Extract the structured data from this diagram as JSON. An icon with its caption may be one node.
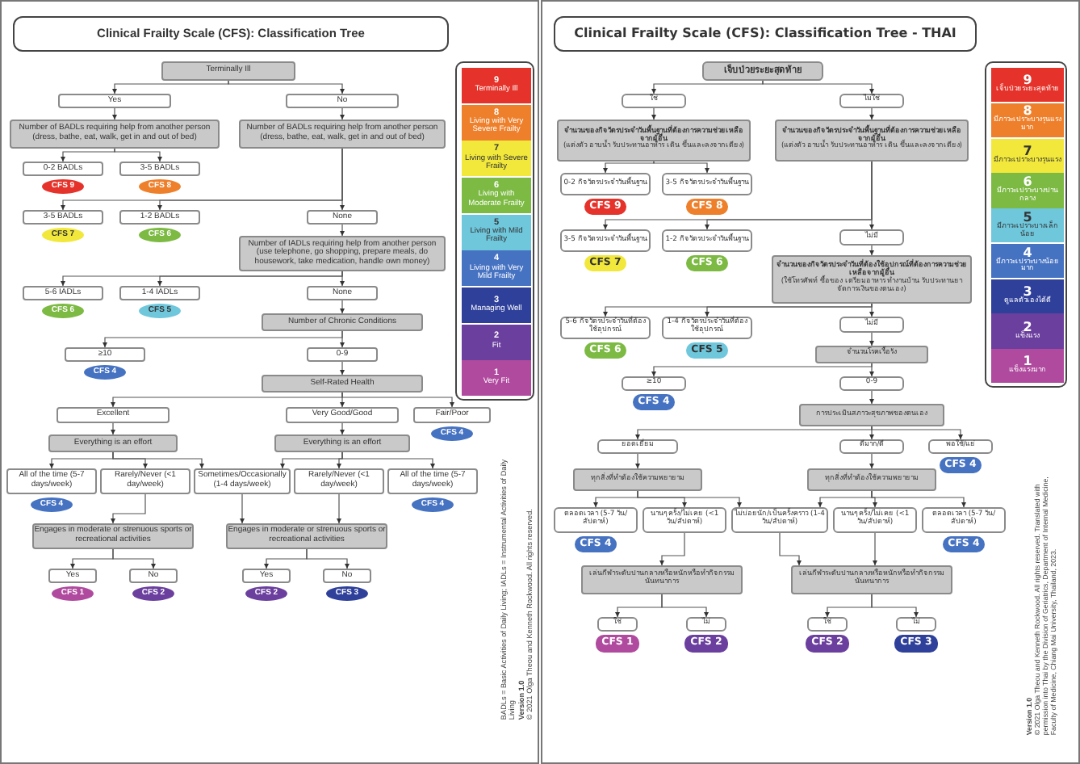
{
  "diagram": {
    "nodes": [
      {
        "text": [
          "Clinical Frailty Scale (CFS): Classification Tree"
        ]
      },
      {
        "text": [],
        "shape": "box"
      },
      {
        "text": [
          "9",
          "Terminally Ill"
        ],
        "in": 1
      },
      {
        "text": [
          "8",
          "Living with Very Severe Frailty"
        ],
        "in": 1
      },
      {
        "text": [
          "7",
          "Living with Severe Frailty"
        ],
        "in": 1
      },
      {
        "text": [
          "6",
          "Living with Moderate Frailty"
        ],
        "in": 1
      },
      {
        "text": [
          "5",
          "Living with Mild Frailty"
        ],
        "in": 1
      },
      {
        "text": [
          "4",
          "Living with Very Mild Frailty"
        ],
        "in": 1
      },
      {
        "text": [
          "3",
          "Managing Well"
        ],
        "in": 1
      },
      {
        "text": [
          "2",
          "Fit"
        ],
        "in": 1
      },
      {
        "text": [
          "1",
          "Very Fit"
        ],
        "in": 1
      },
      {
        "text": [
          "Terminally Ill"
        ]
      },
      {
        "text": [
          "Yes"
        ]
      },
      {
        "text": [
          "No"
        ]
      },
      {
        "text": [
          "Number of BADLs requiring help from another person (dress, bathe, eat, walk, get in and out of bed)"
        ]
      },
      {
        "text": [
          "Number of BADLs requiring help from another person (dress, bathe, eat, walk, get in and out of bed)"
        ]
      },
      {
        "text": [
          "0-2 BADLs"
        ]
      },
      {
        "text": [
          "CFS 9"
        ]
      },
      {
        "text": [
          "3-5 BADLs"
        ]
      },
      {
        "text": [
          "CFS 8"
        ]
      },
      {
        "text": [
          "3-5 BADLs"
        ]
      },
      {
        "text": [
          "CFS 7"
        ]
      },
      {
        "text": [
          "1-2 BADLs"
        ]
      },
      {
        "text": [
          "CFS 6"
        ]
      },
      {
        "text": [
          "None"
        ]
      },
      {
        "text": [
          "Number of IADLs requiring help from another person (use telephone, go shopping, prepare meals, do housework, take medication, handle own money)"
        ]
      },
      {
        "text": [
          "5-6 IADLs"
        ]
      },
      {
        "text": [
          "CFS 6"
        ]
      },
      {
        "text": [
          "1-4 IADLs"
        ]
      },
      {
        "text": [
          "CFS 5"
        ]
      },
      {
        "text": [
          "None"
        ]
      },
      {
        "text": [
          "Number of Chronic Conditions"
        ]
      },
      {
        "text": [
          "≥10"
        ]
      },
      {
        "text": [
          "CFS 4"
        ]
      },
      {
        "text": [
          "0-9"
        ]
      },
      {
        "text": [
          "Self-Rated Health"
        ]
      },
      {
        "text": [
          "Excellent"
        ]
      },
      {
        "text": [
          "Very Good/Good"
        ]
      },
      {
        "text": [
          "Fair/Poor"
        ]
      },
      {
        "text": [
          "CFS 4"
        ]
      },
      {
        "text": [
          "Everything is an effort"
        ]
      },
      {
        "text": [
          "Everything is an effort"
        ]
      },
      {
        "text": [
          "All of the time (5-7 days/week)"
        ]
      },
      {
        "text": [
          "CFS 4"
        ]
      },
      {
        "text": [
          "Rarely/Never (<1 day/week)"
        ]
      },
      {
        "text": [
          "Sometimes/Occasionally (1-4 days/week)"
        ]
      },
      {
        "text": [
          "Rarely/Never (<1 day/week)"
        ]
      },
      {
        "text": [
          "All of the time (5-7 days/week)"
        ]
      },
      {
        "text": [
          "CFS 4"
        ]
      },
      {
        "text": [
          "Engages in moderate or strenuous sports or recreational activities"
        ]
      },
      {
        "text": [
          "Engages in moderate or strenuous sports or recreational activities"
        ]
      },
      {
        "text": [
          "Yes"
        ]
      },
      {
        "text": [
          "CFS 1"
        ]
      },
      {
        "text": [
          "No"
        ]
      },
      {
        "text": [
          "CFS 2"
        ]
      },
      {
        "text": [
          "Yes"
        ]
      },
      {
        "text": [
          "CFS 2"
        ]
      },
      {
        "text": [
          "No"
        ]
      },
      {
        "text": [
          "CFS 3"
        ]
      },
      {
        "text": [
          "Clinical Frailty Scale (CFS): Classification Tree - THAI"
        ]
      },
      {
        "text": [],
        "shape": "box"
      },
      {
        "text": [
          "9",
          "เจ็บป่วยระยะสุดท้าย"
        ],
        "in": 60
      },
      {
        "text": [
          "8",
          "มีภาวะเปราะบางรุนแรงมาก"
        ],
        "in": 60
      },
      {
        "text": [
          "7",
          "มีภาวะเปราะบางรุนแรง"
        ],
        "in": 60
      },
      {
        "text": [
          "6",
          "มีภาวะเปราะบางปานกลาง"
        ],
        "in": 60
      },
      {
        "text": [
          "5",
          "มีภาวะเปราะบางเล็กน้อย"
        ],
        "in": 60
      },
      {
        "text": [
          "4",
          "มีภาวะเปราะบางน้อยมาก"
        ],
        "in": 60
      },
      {
        "text": [
          "3",
          "ดูแลตัวเองได้ดี"
        ],
        "in": 60
      },
      {
        "text": [
          "2",
          "แข็งแรง"
        ],
        "in": 60
      },
      {
        "text": [
          "1",
          "แข็งแรงมาก"
        ],
        "in": 60
      },
      {
        "text": [
          "เจ็บป่วยระยะสุดท้าย"
        ]
      },
      {
        "text": [
          "ใช่"
        ]
      },
      {
        "text": [
          "ไม่ใช่"
        ]
      },
      {
        "text": [
          "จำนวนของกิจวัตรประจำวันพื้นฐานที่ต้องการความช่วยเหลือจากผู้อื่น",
          "(แต่งตัว อาบน้ำ รับประทานอาหาร เดิน ขึ้นและลงจากเตียง)"
        ]
      },
      {
        "text": [
          "จำนวนของกิจวัตรประจำวันพื้นฐานที่ต้องการความช่วยเหลือจากผู้อื่น",
          "(แต่งตัว อาบน้ำ รับประทานอาหาร เดิน ขึ้นและลงจากเตียง)"
        ]
      },
      {
        "text": [
          "0-2 กิจวัตรประจำวันพื้นฐาน"
        ]
      },
      {
        "text": [
          "CFS 9"
        ]
      },
      {
        "text": [
          "3-5 กิจวัตรประจำวันพื้นฐาน"
        ]
      },
      {
        "text": [
          "CFS 8"
        ]
      },
      {
        "text": [
          "3-5 กิจวัตรประจำวันพื้นฐาน"
        ]
      },
      {
        "text": [
          "CFS 7"
        ]
      },
      {
        "text": [
          "1-2 กิจวัตรประจำวันพื้นฐาน"
        ]
      },
      {
        "text": [
          "CFS 6"
        ]
      },
      {
        "text": [
          "ไม่มี"
        ]
      },
      {
        "text": [
          "จำนวนของกิจวัตรประจำวันที่ต้องใช้อุปกรณ์ที่ต้องการความช่วยเหลือจากผู้อื่น",
          "(ใช้โทรศัพท์ ซื้อของ เตรียมอาหาร ทำงานบ้าน รับประทานยา จัดการเงินของตนเอง)"
        ]
      },
      {
        "text": [
          "5-6 กิจวัตรประจำวันที่ต้องใช้อุปกรณ์"
        ]
      },
      {
        "text": [
          "CFS 6"
        ]
      },
      {
        "text": [
          "1-4 กิจวัตรประจำวันที่ต้องใช้อุปกรณ์"
        ]
      },
      {
        "text": [
          "CFS 5"
        ]
      },
      {
        "text": [
          "ไม่มี"
        ]
      },
      {
        "text": [
          "จำนวนโรคเรื้อรัง"
        ]
      },
      {
        "text": [
          "≥10"
        ]
      },
      {
        "text": [
          "CFS 4"
        ]
      },
      {
        "text": [
          "0-9"
        ]
      },
      {
        "text": [
          "การประเมินสภาวะสุขภาพของตนเอง"
        ]
      },
      {
        "text": [
          "ยอดเยี่ยม"
        ]
      },
      {
        "text": [
          "ดีมาก/ดี"
        ]
      },
      {
        "text": [
          "พอใช้/แย่"
        ]
      },
      {
        "text": [
          "CFS 4"
        ]
      },
      {
        "text": [
          "ทุกสิ่งที่ทำต้องใช้ความพยายาม"
        ]
      },
      {
        "text": [
          "ทุกสิ่งที่ทำต้องใช้ความพยายาม"
        ]
      },
      {
        "text": [
          "ตลอดเวลา (5-7 วัน/สัปดาห์)"
        ]
      },
      {
        "text": [
          "CFS 4"
        ]
      },
      {
        "text": [
          "นานๆ ครั้ง/ไม่เคย (<1 วัน/สัปดาห์)"
        ]
      },
      {
        "text": [
          "ไม่บ่อยนัก/เป็นครั้งคราว (1-4 วัน/สัปดาห์)"
        ]
      },
      {
        "text": [
          "นานๆ ครั้ง/ไม่เคย (<1 วัน/สัปดาห์)"
        ]
      },
      {
        "text": [
          "ตลอดเวลา (5-7 วัน/สัปดาห์)"
        ]
      },
      {
        "text": [
          "CFS 4"
        ]
      },
      {
        "text": [
          "เล่นกีฬาระดับปานกลางหรือหนักหรือทำกิจกรรมนันทนาการ"
        ]
      },
      {
        "text": [
          "เล่นกีฬาระดับปานกลางหรือหนักหรือทำกิจกรรมนันทนาการ"
        ]
      },
      {
        "text": [
          "ใช่"
        ]
      },
      {
        "text": [
          "CFS 1"
        ]
      },
      {
        "text": [
          "ไม่"
        ]
      },
      {
        "text": [
          "CFS 2"
        ]
      },
      {
        "text": [
          "ใช่"
        ]
      },
      {
        "text": [
          "CFS 2"
        ]
      },
      {
        "text": [
          "ไม่"
        ]
      },
      {
        "text": [
          "CFS 3"
        ]
      }
    ],
    "edges": [
      {
        "from": 11,
        "to": 12,
        "arrow": "to"
      },
      {
        "from": 11,
        "to": 13,
        "arrow": "to"
      },
      {
        "from": 12,
        "to": 14,
        "arrow": "to"
      },
      {
        "from": 13,
        "to": 15,
        "arrow": "to"
      },
      {
        "from": 14,
        "to": 16,
        "arrow": "to"
      },
      {
        "from": 14,
        "to": 18,
        "arrow": "to"
      },
      {
        "from": 15,
        "to": 20,
        "arrow": "to"
      },
      {
        "from": 15,
        "to": 22,
        "arrow": "to"
      },
      {
        "from": 15,
        "to": 24,
        "arrow": "to"
      },
      {
        "from": 24,
        "to": 25,
        "arrow": "to"
      },
      {
        "from": 25,
        "to": 26,
        "arrow": "to"
      },
      {
        "from": 25,
        "to": 28,
        "arrow": "to"
      },
      {
        "from": 25,
        "to": 30,
        "arrow": "to"
      },
      {
        "from": 30,
        "to": 31,
        "arrow": "to"
      },
      {
        "from": 31,
        "to": 32,
        "arrow": "to"
      },
      {
        "from": 31,
        "to": 34,
        "arrow": "to"
      },
      {
        "from": 34,
        "to": 35,
        "arrow": "to"
      },
      {
        "from": 35,
        "to": 36,
        "arrow": "to"
      },
      {
        "from": 35,
        "to": 37,
        "arrow": "to"
      },
      {
        "from": 35,
        "to": 38,
        "arrow": "to"
      },
      {
        "from": 36,
        "to": 40,
        "arrow": "to"
      },
      {
        "from": 37,
        "to": 41,
        "arrow": "to"
      },
      {
        "from": 40,
        "to": 42,
        "arrow": "to"
      },
      {
        "from": 40,
        "to": 44,
        "arrow": "to"
      },
      {
        "from": 40,
        "to": 45,
        "arrow": "to"
      },
      {
        "from": 41,
        "to": 45,
        "arrow": "to"
      },
      {
        "from": 41,
        "to": 46,
        "arrow": "to"
      },
      {
        "from": 41,
        "to": 47,
        "arrow": "to"
      },
      {
        "from": 44,
        "to": 49,
        "arrow": "to"
      },
      {
        "from": 45,
        "to": 50,
        "arrow": "to"
      },
      {
        "from": 46,
        "to": 50,
        "arrow": "to"
      },
      {
        "from": 49,
        "to": 51,
        "arrow": "to"
      },
      {
        "from": 49,
        "to": 53,
        "arrow": "to"
      },
      {
        "from": 50,
        "to": 55,
        "arrow": "to"
      },
      {
        "from": 50,
        "to": 57,
        "arrow": "to"
      },
      {
        "from": 70,
        "to": 71,
        "arrow": "to"
      },
      {
        "from": 70,
        "to": 72,
        "arrow": "to"
      },
      {
        "from": 71,
        "to": 73,
        "arrow": "to"
      },
      {
        "from": 72,
        "to": 74,
        "arrow": "to"
      },
      {
        "from": 73,
        "to": 75,
        "arrow": "to"
      },
      {
        "from": 73,
        "to": 77,
        "arrow": "to"
      },
      {
        "from": 74,
        "to": 79,
        "arrow": "to"
      },
      {
        "from": 74,
        "to": 81,
        "arrow": "to"
      },
      {
        "from": 74,
        "to": 83,
        "arrow": "to"
      },
      {
        "from": 83,
        "to": 84,
        "arrow": "to"
      },
      {
        "from": 84,
        "to": 85,
        "arrow": "to"
      },
      {
        "from": 84,
        "to": 87,
        "arrow": "to"
      },
      {
        "from": 84,
        "to": 89,
        "arrow": "to"
      },
      {
        "from": 89,
        "to": 90,
        "arrow": "to"
      },
      {
        "from": 90,
        "to": 91,
        "arrow": "to"
      },
      {
        "from": 90,
        "to": 93,
        "arrow": "to"
      },
      {
        "from": 93,
        "to": 94,
        "arrow": "to"
      },
      {
        "from": 94,
        "to": 95,
        "arrow": "to"
      },
      {
        "from": 94,
        "to": 96,
        "arrow": "to"
      },
      {
        "from": 94,
        "to": 97,
        "arrow": "to"
      },
      {
        "from": 95,
        "to": 99,
        "arrow": "to"
      },
      {
        "from": 96,
        "to": 100,
        "arrow": "to"
      },
      {
        "from": 99,
        "to": 101,
        "arrow": "to"
      },
      {
        "from": 99,
        "to": 103,
        "arrow": "to"
      },
      {
        "from": 99,
        "to": 104,
        "arrow": "to"
      },
      {
        "from": 100,
        "to": 104,
        "arrow": "to"
      },
      {
        "from": 100,
        "to": 105,
        "arrow": "to"
      },
      {
        "from": 100,
        "to": 106,
        "arrow": "to"
      },
      {
        "from": 103,
        "to": 108,
        "arrow": "to"
      },
      {
        "from": 104,
        "to": 109,
        "arrow": "to"
      },
      {
        "from": 105,
        "to": 109,
        "arrow": "to"
      },
      {
        "from": 108,
        "to": 110,
        "arrow": "to"
      },
      {
        "from": 108,
        "to": 112,
        "arrow": "to"
      },
      {
        "from": 109,
        "to": 114,
        "arrow": "to"
      },
      {
        "from": 109,
        "to": 116,
        "arrow": "to"
      }
    ],
    "labels": [
      "BADLs = Basic Activities of Daily Living; IADLs = Instrumental Activities of Daily Living",
      "Version 1.0",
      "© 2021 Olga Theou and Kenneth Rockwood. All rights reserved.",
      "Version 1.0",
      "© 2021 Olga Theou and Kenneth Rockwood. All rights reserved. Translated with permission into Thai by the Division of Geriatrics, Department of Internal Medicine, Faculty of Medicine, Chiang Mai University, Thailand, 2023."
    ]
  }
}
